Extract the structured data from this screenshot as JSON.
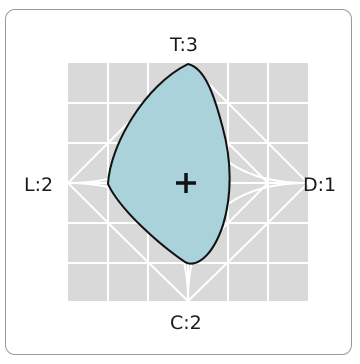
{
  "labels": {
    "top": "T:3",
    "left": "L:2",
    "right": "D:1",
    "bottom": "C:2"
  },
  "icons": {
    "center": "crosshair-plus-icon"
  },
  "colors": {
    "grid_bg": "#d9d9d9",
    "grid_line": "#ffffff",
    "shape_fill": "#a9d2da",
    "shape_stroke": "#111111",
    "card_border": "#9a9a9a",
    "text": "#1a1a1a"
  }
}
